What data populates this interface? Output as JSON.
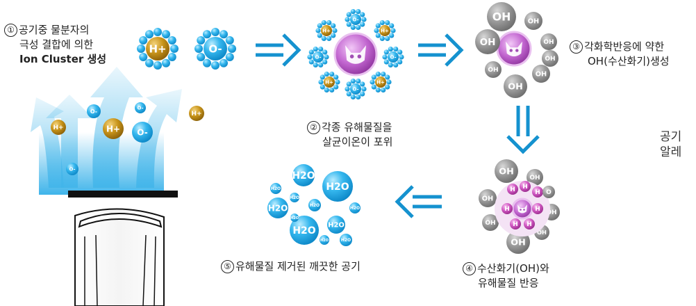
{
  "steps": [
    {
      "num": "①",
      "lines": [
        "공기중 물분자의",
        "극성 결합에 의한",
        "Ion Cluster 생성"
      ]
    },
    {
      "num": "②",
      "lines": [
        "각종 유해물질을",
        "살균이온이 포위"
      ]
    },
    {
      "num": "③",
      "lines": [
        "각화학반응에 약한",
        "OH(수산화기)생성"
      ]
    },
    {
      "num": "④",
      "lines": [
        "수산화기(OH)와",
        "유해물질 반응"
      ]
    },
    {
      "num": "⑤",
      "lines": [
        "유해물질 제거된 깨끗한 공기"
      ]
    }
  ],
  "cut_text": [
    "공기",
    "알레"
  ],
  "ions": {
    "h": "H+",
    "o": "O-",
    "oh": "OH",
    "h_single": "H",
    "o_single": "O",
    "h2o": "H2O"
  },
  "colors": {
    "blue": "#1ba7e8",
    "light_blue": "#7fd3f7",
    "gold": "#c08a10",
    "purple": "#a24fb5",
    "grey": "#8d8d8d",
    "arrow": "#1592cf"
  }
}
